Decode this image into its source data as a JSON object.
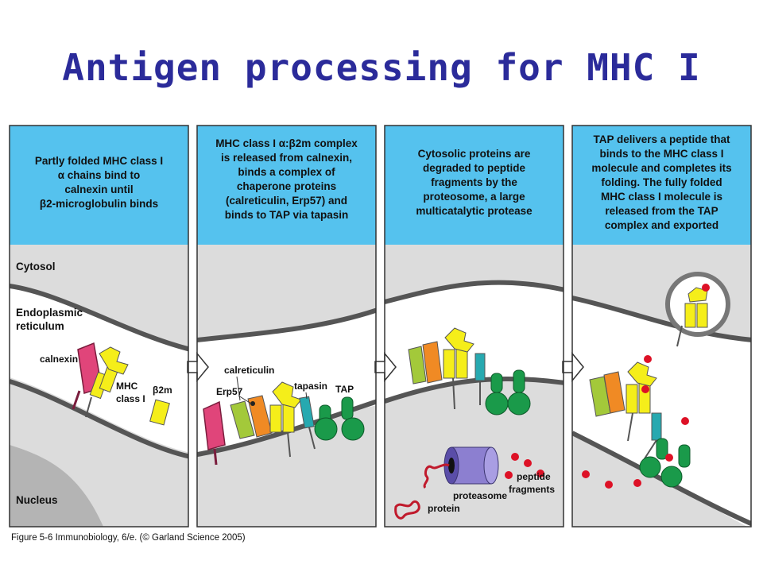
{
  "title": "Antigen processing for MHC I",
  "panels": [
    {
      "caption": [
        "Partly folded MHC class I",
        "α chains bind to",
        "calnexin until",
        "β2-microglobulin binds"
      ]
    },
    {
      "caption": [
        "MHC class I α:β2m complex",
        "is released from calnexin,",
        "binds a complex of",
        "chaperone proteins",
        "(calreticulin, Erp57) and",
        "binds to TAP via tapasin"
      ]
    },
    {
      "caption": [
        "Cytosolic proteins are",
        "degraded to peptide",
        "fragments by the",
        "proteosome, a large",
        "multicatalytic protease"
      ]
    },
    {
      "caption": [
        "TAP delivers a peptide that",
        "binds to the MHC class I",
        "molecule and completes its",
        "folding. The fully folded",
        "MHC class I molecule is",
        "released from the TAP",
        "complex and exported"
      ]
    }
  ],
  "labels": {
    "cytosol": "Cytosol",
    "er_line1": "Endoplasmic",
    "er_line2": "reticulum",
    "nucleus": "Nucleus",
    "calnexin": "calnexin",
    "mhc1": "MHC",
    "mhc2": "class I",
    "b2m": "β2m",
    "calreticulin": "calreticulin",
    "erp57": "Erp57",
    "tapasin": "tapasin",
    "tap": "TAP",
    "proteasome": "proteasome",
    "protein": "protein",
    "peptide1": "peptide",
    "peptide2": "fragments"
  },
  "footer": "Figure 5-6 Immunobiology, 6/e. (© Garland Science 2005)",
  "colors": {
    "title": "#2b2b9a",
    "caption_bg": "#55c2ee",
    "cytosol_bg": "#dcdcdc",
    "nucleus_bg": "#b4b4b4",
    "calnexin": "#e0457a",
    "mhc": "#f5ee1a",
    "calreticulin": "#a3c93a",
    "erp57": "#f08a24",
    "tapasin": "#27a9b0",
    "tap": "#1a9a4a",
    "proteasome": "#8c7fd0",
    "peptide": "#dd1126"
  }
}
